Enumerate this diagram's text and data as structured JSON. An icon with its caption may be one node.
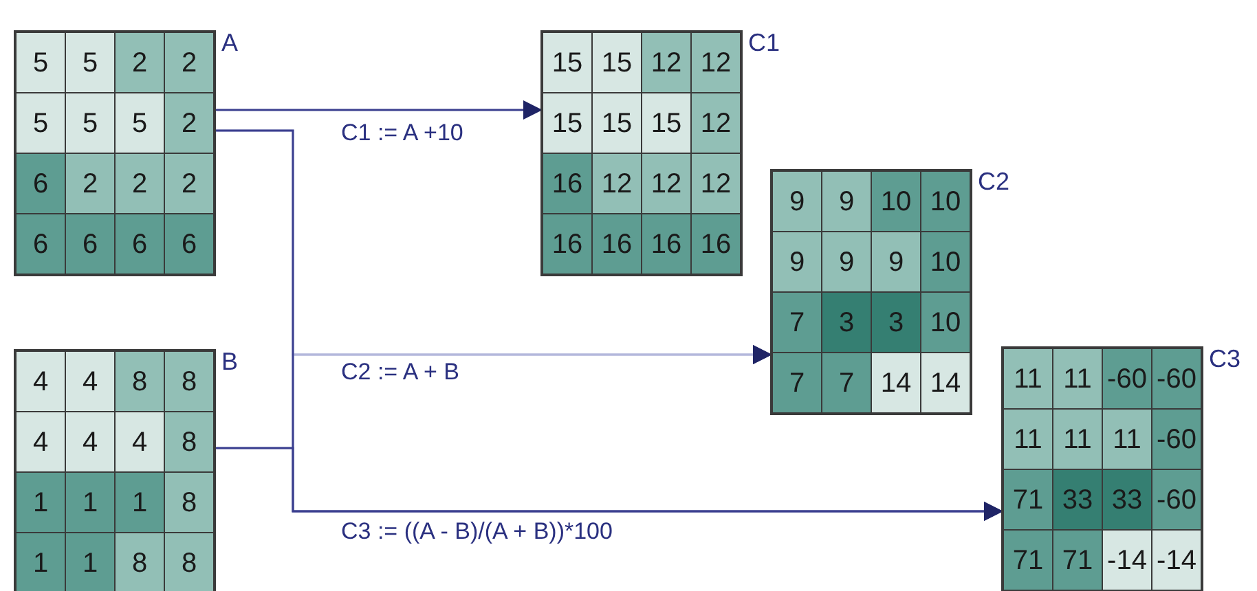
{
  "diagram": {
    "nodes": [
      {
        "text": [
          "A"
        ]
      },
      {
        "text": [
          "5"
        ],
        "in": 0
      },
      {
        "text": [
          "5"
        ],
        "in": 0
      },
      {
        "text": [
          "2"
        ],
        "in": 0
      },
      {
        "text": [
          "2"
        ],
        "in": 0
      },
      {
        "text": [
          "5"
        ],
        "in": 0
      },
      {
        "text": [
          "5"
        ],
        "in": 0
      },
      {
        "text": [
          "5"
        ],
        "in": 0
      },
      {
        "text": [
          "2"
        ],
        "in": 0
      },
      {
        "text": [
          "6"
        ],
        "in": 0
      },
      {
        "text": [
          "2"
        ],
        "in": 0
      },
      {
        "text": [
          "2"
        ],
        "in": 0
      },
      {
        "text": [
          "2"
        ],
        "in": 0
      },
      {
        "text": [
          "6"
        ],
        "in": 0
      },
      {
        "text": [
          "6"
        ],
        "in": 0
      },
      {
        "text": [
          "6"
        ],
        "in": 0
      },
      {
        "text": [
          "6"
        ],
        "in": 0
      },
      {
        "text": [
          "B"
        ]
      },
      {
        "text": [
          "4"
        ],
        "in": 17
      },
      {
        "text": [
          "4"
        ],
        "in": 17
      },
      {
        "text": [
          "8"
        ],
        "in": 17
      },
      {
        "text": [
          "8"
        ],
        "in": 17
      },
      {
        "text": [
          "4"
        ],
        "in": 17
      },
      {
        "text": [
          "4"
        ],
        "in": 17
      },
      {
        "text": [
          "4"
        ],
        "in": 17
      },
      {
        "text": [
          "8"
        ],
        "in": 17
      },
      {
        "text": [
          "1"
        ],
        "in": 17
      },
      {
        "text": [
          "1"
        ],
        "in": 17
      },
      {
        "text": [
          "1"
        ],
        "in": 17
      },
      {
        "text": [
          "8"
        ],
        "in": 17
      },
      {
        "text": [
          "1"
        ],
        "in": 17
      },
      {
        "text": [
          "1"
        ],
        "in": 17
      },
      {
        "text": [
          "8"
        ],
        "in": 17
      },
      {
        "text": [
          "8"
        ],
        "in": 17
      },
      {
        "text": [
          "C1"
        ]
      },
      {
        "text": [
          "15"
        ],
        "in": 34
      },
      {
        "text": [
          "15"
        ],
        "in": 34
      },
      {
        "text": [
          "12"
        ],
        "in": 34
      },
      {
        "text": [
          "12"
        ],
        "in": 34
      },
      {
        "text": [
          "15"
        ],
        "in": 34
      },
      {
        "text": [
          "15"
        ],
        "in": 34
      },
      {
        "text": [
          "15"
        ],
        "in": 34
      },
      {
        "text": [
          "12"
        ],
        "in": 34
      },
      {
        "text": [
          "16"
        ],
        "in": 34
      },
      {
        "text": [
          "12"
        ],
        "in": 34
      },
      {
        "text": [
          "12"
        ],
        "in": 34
      },
      {
        "text": [
          "12"
        ],
        "in": 34
      },
      {
        "text": [
          "16"
        ],
        "in": 34
      },
      {
        "text": [
          "16"
        ],
        "in": 34
      },
      {
        "text": [
          "16"
        ],
        "in": 34
      },
      {
        "text": [
          "16"
        ],
        "in": 34
      },
      {
        "text": [
          "C2"
        ]
      },
      {
        "text": [
          "9"
        ],
        "in": 51
      },
      {
        "text": [
          "9"
        ],
        "in": 51
      },
      {
        "text": [
          "10"
        ],
        "in": 51
      },
      {
        "text": [
          "10"
        ],
        "in": 51
      },
      {
        "text": [
          "9"
        ],
        "in": 51
      },
      {
        "text": [
          "9"
        ],
        "in": 51
      },
      {
        "text": [
          "9"
        ],
        "in": 51
      },
      {
        "text": [
          "10"
        ],
        "in": 51
      },
      {
        "text": [
          "7"
        ],
        "in": 51
      },
      {
        "text": [
          "3"
        ],
        "in": 51
      },
      {
        "text": [
          "3"
        ],
        "in": 51
      },
      {
        "text": [
          "10"
        ],
        "in": 51
      },
      {
        "text": [
          "7"
        ],
        "in": 51
      },
      {
        "text": [
          "7"
        ],
        "in": 51
      },
      {
        "text": [
          "14"
        ],
        "in": 51
      },
      {
        "text": [
          "14"
        ],
        "in": 51
      },
      {
        "text": [
          "C3"
        ]
      },
      {
        "text": [
          "11"
        ],
        "in": 68
      },
      {
        "text": [
          "11"
        ],
        "in": 68
      },
      {
        "text": [
          "-60"
        ],
        "in": 68
      },
      {
        "text": [
          "-60"
        ],
        "in": 68
      },
      {
        "text": [
          "11"
        ],
        "in": 68
      },
      {
        "text": [
          "11"
        ],
        "in": 68
      },
      {
        "text": [
          "11"
        ],
        "in": 68
      },
      {
        "text": [
          "-60"
        ],
        "in": 68
      },
      {
        "text": [
          "71"
        ],
        "in": 68
      },
      {
        "text": [
          "33"
        ],
        "in": 68
      },
      {
        "text": [
          "33"
        ],
        "in": 68
      },
      {
        "text": [
          "-60"
        ],
        "in": 68
      },
      {
        "text": [
          "71"
        ],
        "in": 68
      },
      {
        "text": [
          "71"
        ],
        "in": 68
      },
      {
        "text": [
          "-14"
        ],
        "in": 68
      },
      {
        "text": [
          "-14"
        ],
        "in": 68
      }
    ],
    "edges": [
      {
        "from": 0,
        "to": 34,
        "arrow": "to",
        "label": "C1 := A +10"
      },
      {
        "from": 0,
        "to": 51,
        "arrow": "to",
        "label": "C2 := A + B",
        "color": "#b4b8dc"
      },
      {
        "from": 17,
        "to": 51,
        "arrow": "to",
        "color": "#b4b8dc"
      },
      {
        "from": 0,
        "to": 68,
        "arrow": "to",
        "label": "C3 := ((A - B)/(A + B))*100"
      },
      {
        "from": 17,
        "to": 68,
        "arrow": "to"
      }
    ]
  }
}
